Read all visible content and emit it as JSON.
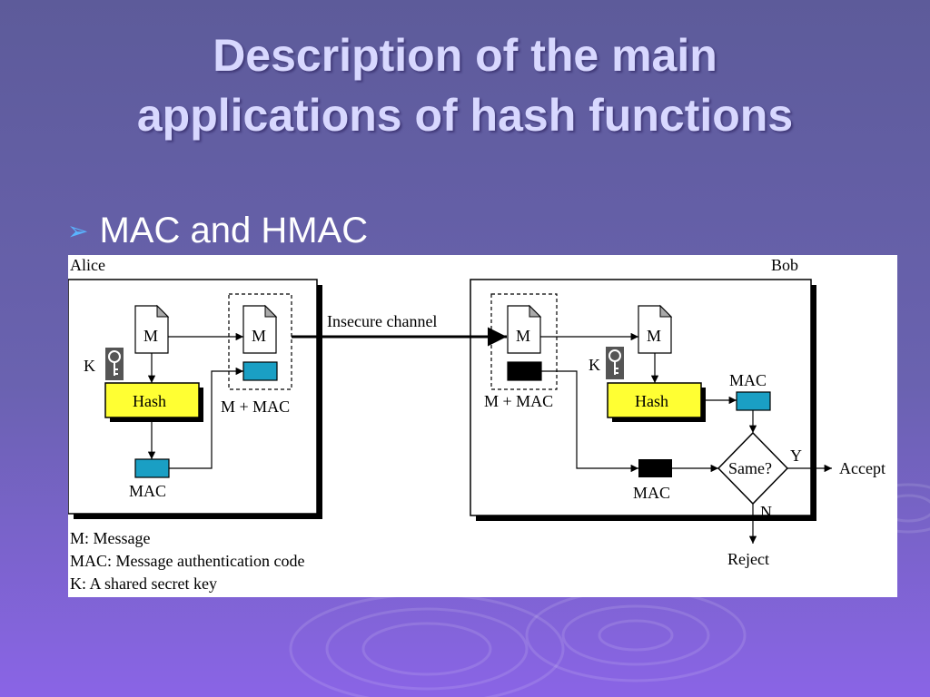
{
  "slide": {
    "title_line1": "Description of the main",
    "title_line2": "applications of hash functions",
    "bullet": "MAC and HMAC"
  },
  "diagram": {
    "alice_label": "Alice",
    "bob_label": "Bob",
    "channel_label": "Insecure channel",
    "message_label": "M",
    "key_label": "K",
    "hash_label": "Hash",
    "mac_label": "MAC",
    "m_plus_mac_label": "M + MAC",
    "compare_label": "Same?",
    "yes_label": "Y",
    "no_label": "N",
    "accept_label": "Accept",
    "reject_label": "Reject",
    "legend": [
      "M: Message",
      "MAC: Message authentication code",
      "K: A shared secret key"
    ]
  },
  "colors": {
    "hash_box": "#ffff33",
    "mac_box": "#1a9fc4",
    "received_mac_box": "#000000",
    "title": "#d8d8ff",
    "bullet_arrow": "#5ab4ff"
  }
}
